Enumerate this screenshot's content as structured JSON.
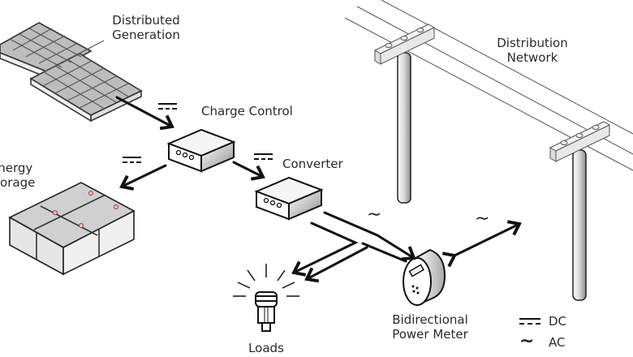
{
  "title": "Distributed generation system diagram",
  "labels": {
    "distributed_generation": [
      "Distributed",
      "Generation"
    ],
    "charge_control": "Charge Control",
    "converter": "Converter",
    "energy_storage": [
      "Energy",
      "Storage"
    ],
    "distribution_network": [
      "Distribution",
      "Network"
    ],
    "loads": "Loads",
    "power_meter": [
      "Bidirectional",
      "Power Meter"
    ]
  },
  "legend": [
    {
      "symbol": "dc-symbol",
      "label": "DC"
    },
    {
      "symbol": "ac-symbol",
      "label": "AC"
    }
  ],
  "symbols": {
    "ac": "∼"
  },
  "colors": {
    "line": "#111111",
    "device_light": "#f2f2f2",
    "device_dark": "#9a9a9a",
    "terminal": "#c0504d"
  }
}
